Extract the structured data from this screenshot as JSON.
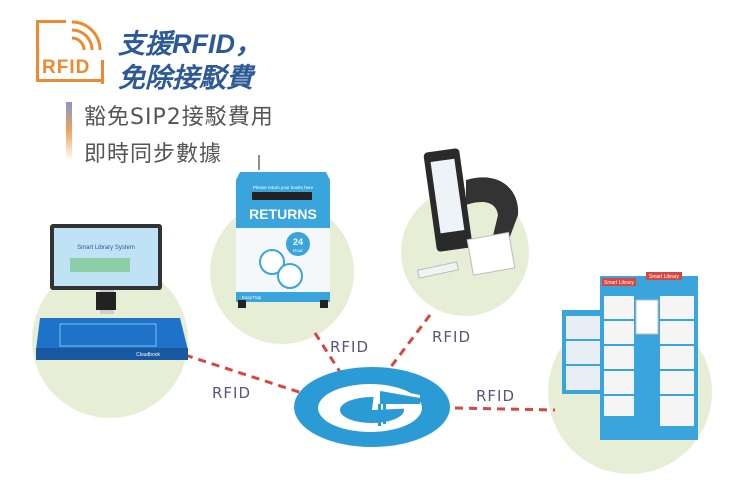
{
  "logo": {
    "label": "RFID",
    "color": "#ee8a2e"
  },
  "headline": {
    "line1": "支援RFID，",
    "line2": "免除接駁費",
    "color": "#2d5a96"
  },
  "benefits": [
    "豁免SIP2接駁費用",
    "即時同步數據"
  ],
  "connections": {
    "label": "RFID",
    "line_color": "#d9463f"
  },
  "hub": {
    "color": "#2b9bd6"
  },
  "devices": {
    "kiosk": {
      "screen_title": "Smart Library System",
      "brand": "Cloudbook"
    },
    "return_box": {
      "top_text": "Please return your books here",
      "title": "RETURNS",
      "badge_num": "24",
      "badge_unit": "Hour",
      "brand": "EasyTrap"
    },
    "lockers": {
      "sign1": "Smart Library",
      "sign2": "Smart Library"
    }
  }
}
